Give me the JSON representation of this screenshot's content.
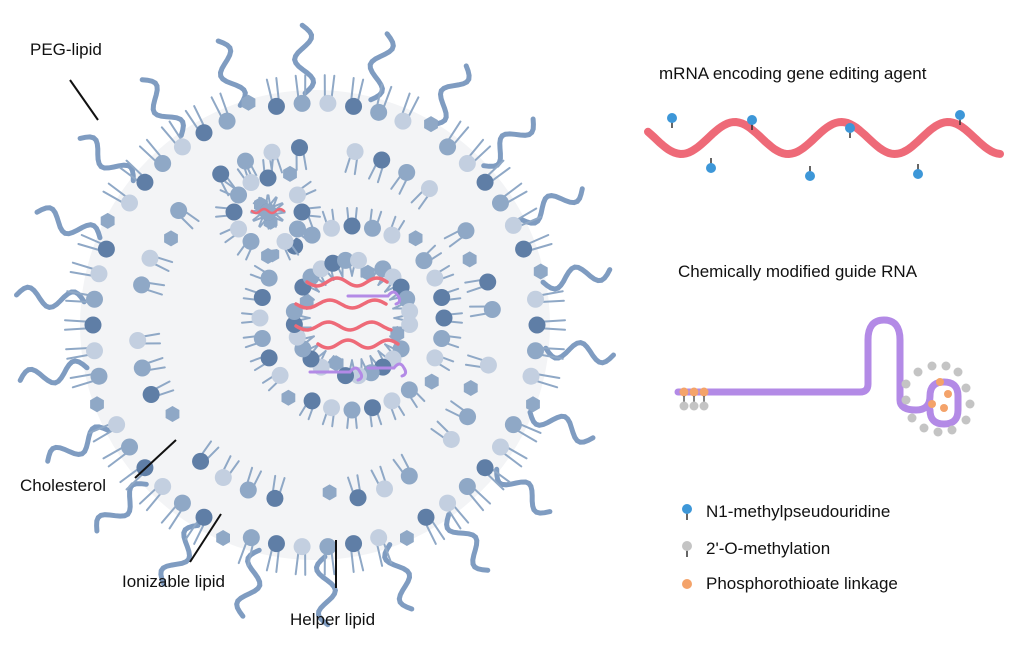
{
  "labels": {
    "peg_lipid": "PEG-lipid",
    "cholesterol": "Cholesterol",
    "ionizable_lipid": "Ionizable lipid",
    "helper_lipid": "Helper lipid"
  },
  "mrna_title": "mRNA encoding gene editing agent",
  "grna_title": "Chemically modified guide RNA",
  "legend": [
    {
      "label": "N1-methylpseudouridine",
      "icon": "blue-lollipop-icon"
    },
    {
      "label": "2'-O-methylation",
      "icon": "grey-lollipop-icon"
    },
    {
      "label": "Phosphorothioate linkage",
      "icon": "orange-dot-icon"
    }
  ],
  "colors": {
    "lipid_head_dark": "#5f7ea6",
    "lipid_head_mid": "#8fa8c6",
    "lipid_head_light": "#c3cfe0",
    "peg": "#7f9cc1",
    "mrna": "#ee6a78",
    "grna": "#b38ae6",
    "methylpseudouridine": "#3d97d8",
    "methylation": "#c4c4c4",
    "phosphorothioate": "#f4a36a",
    "core_fill": "#f3f4f6"
  }
}
